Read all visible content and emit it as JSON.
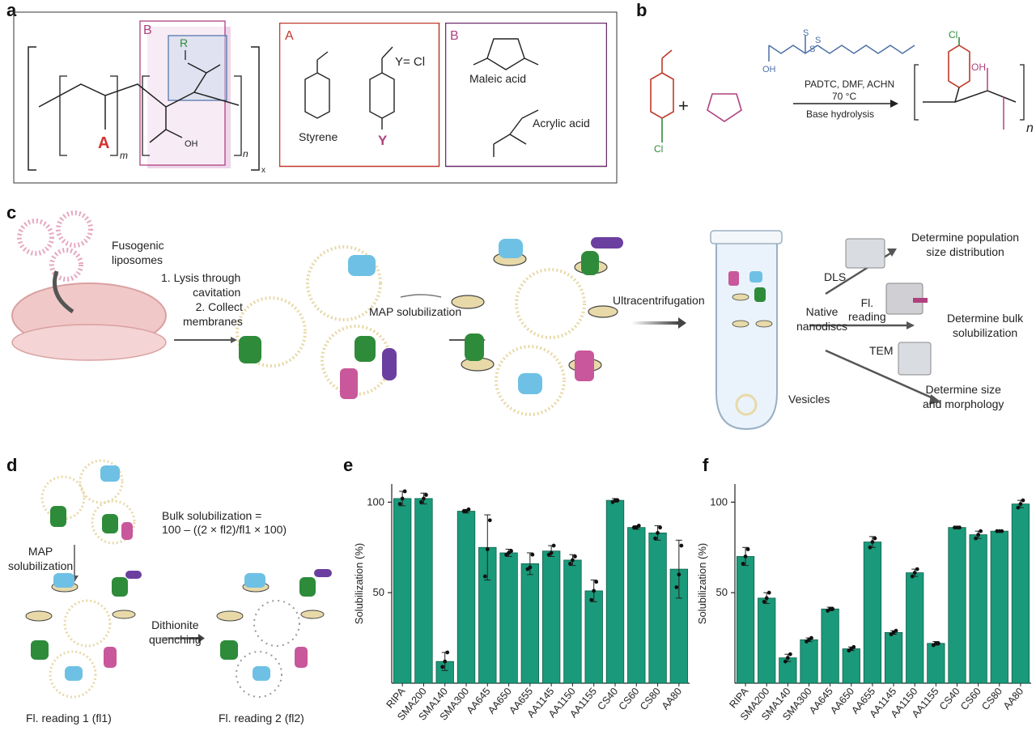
{
  "panel_labels": [
    "a",
    "b",
    "c",
    "d",
    "e",
    "f"
  ],
  "panel_a": {
    "label_A": "A",
    "label_B": "B",
    "label_R": "R",
    "sub_m": "m",
    "sub_n": "n",
    "sub_x": "x",
    "oh_label": "OH",
    "box_A_title": "A",
    "box_B_title": "B",
    "styrene": "Styrene",
    "y_equals": "Y= Cl",
    "y_label": "Y",
    "maleic_acid": "Maleic acid",
    "acrylic_acid": "Acrylic acid"
  },
  "panel_b": {
    "cl_bottom": "Cl",
    "plus": "+",
    "reagent_oh": "OH",
    "s_labels": [
      "S",
      "S",
      "S"
    ],
    "conditions_line1": "PADTC, DMF, ACHN",
    "conditions_line2": "70 °C",
    "conditions_line3": "Base hydrolysis",
    "cl_top": "Cl",
    "oh_product": "OH",
    "n_label": "n"
  },
  "panel_c": {
    "fusogenic": "Fusogenic\nliposomes",
    "step1": "1. Lysis through\ncavitation",
    "step2": "2. Collect\nmembranes",
    "map_solubilization": "MAP solubilization",
    "ultracentrifugation": "Ultracentrifugation",
    "native_nanodiscs": "Native\nnanodiscs",
    "vesicles": "Vesicles",
    "dls": "DLS",
    "fl_reading": "Fl.\nreading",
    "tem": "TEM",
    "determine_pop": "Determine population\nsize distribution",
    "determine_bulk": "Determine bulk\nsolubilization",
    "determine_size": "Determine size\nand morphology"
  },
  "panel_d": {
    "map_solubilization": "MAP\nsolubilization",
    "bulk_formula_1": "Bulk solubilization =",
    "bulk_formula_2": "100 – ((2 × fl2)/fl1 × 100)",
    "dithionite": "Dithionite\nquenching",
    "fl_reading_1": "Fl. reading 1 (fl1)",
    "fl_reading_2": "Fl. reading 2 (fl2)"
  },
  "colors": {
    "bar": "#1a9a7a",
    "red": "#c0392b",
    "magenta": "#b0417f",
    "blue": "#4a6fa5",
    "green": "#2e8b3a",
    "dish": "#f1c8c8"
  },
  "chart_data": [
    {
      "type": "bar",
      "panel": "e",
      "ylabel": "Solubilization (%)",
      "xlabel": "",
      "ylim": [
        0,
        110
      ],
      "yticks": [
        50,
        100
      ],
      "ytick_labels": [
        "50",
        "100"
      ],
      "categories": [
        "RIPA",
        "SMA200",
        "SMA140",
        "SMA300",
        "AA645",
        "AA650",
        "AA655",
        "AA1145",
        "AA1150",
        "AA1155",
        "CS40",
        "CS60",
        "CS80",
        "AA80"
      ],
      "values": [
        102,
        102,
        12,
        95,
        75,
        72,
        66,
        73,
        68,
        51,
        101,
        86,
        83,
        63
      ],
      "errors": [
        4,
        3,
        5,
        1,
        18,
        2,
        6,
        3,
        3,
        6,
        1,
        1,
        4,
        16
      ],
      "points": [
        [
          99,
          102,
          106
        ],
        [
          100,
          102,
          104
        ],
        [
          9,
          12,
          17
        ],
        [
          95,
          95,
          96
        ],
        [
          59,
          74,
          90
        ],
        [
          71,
          72,
          73
        ],
        [
          63,
          64,
          71
        ],
        [
          71,
          72,
          76
        ],
        [
          66,
          68,
          70
        ],
        [
          46,
          51,
          56
        ],
        [
          100,
          101,
          101
        ],
        [
          86,
          86,
          87
        ],
        [
          80,
          83,
          86
        ],
        [
          53,
          60,
          76
        ]
      ],
      "grid": false
    },
    {
      "type": "bar",
      "panel": "f",
      "ylabel": "Solubilization (%)",
      "xlabel": "",
      "ylim": [
        0,
        110
      ],
      "yticks": [
        50,
        100
      ],
      "ytick_labels": [
        "50",
        "100"
      ],
      "categories": [
        "RIPA",
        "SMA200",
        "SMA140",
        "SMA300",
        "AA645",
        "AA650",
        "AA655",
        "AA1145",
        "AA1150",
        "AA1155",
        "CS40",
        "CS60",
        "CS80",
        "AA80"
      ],
      "values": [
        70,
        47,
        14,
        24,
        41,
        19,
        78,
        28,
        61,
        22,
        86,
        82,
        84,
        99
      ],
      "errors": [
        5,
        3,
        2,
        1,
        1,
        1,
        3,
        1,
        2,
        1,
        0.5,
        2,
        0.5,
        2
      ],
      "points": [
        [
          66,
          70,
          74
        ],
        [
          45,
          47,
          50
        ],
        [
          12,
          14,
          16
        ],
        [
          23,
          24,
          25
        ],
        [
          40,
          41,
          41
        ],
        [
          18,
          19,
          20
        ],
        [
          75,
          78,
          80
        ],
        [
          27,
          28,
          29
        ],
        [
          59,
          61,
          63
        ],
        [
          21,
          22,
          22
        ],
        [
          86,
          86,
          86
        ],
        [
          80,
          82,
          84
        ],
        [
          84,
          84,
          84
        ],
        [
          97,
          99,
          101
        ]
      ],
      "grid": false
    }
  ]
}
